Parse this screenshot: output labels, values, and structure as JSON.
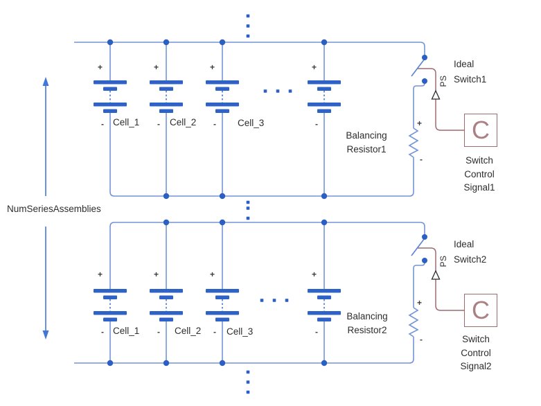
{
  "colors": {
    "wire": "#7494d8",
    "lever": "#5c85d6",
    "component": "#2e62c6",
    "node": "#2b5fc4",
    "signal": "#9c6b6f",
    "signal_text": "#ab8084",
    "arrow": "#4276d8",
    "text": "#2d2d2d"
  },
  "annotation": {
    "num_series_label": "NumSeriesAssemblies"
  },
  "symbols": {
    "plus": "+",
    "minus": "-"
  },
  "sections": [
    {
      "cell_labels": [
        "Cell_1",
        "Cell_2",
        "Cell_3"
      ],
      "balancing_resistor": [
        "Balancing",
        "Resistor1"
      ],
      "ideal_switch": [
        "Ideal",
        "Switch1"
      ],
      "switch_control": [
        "Switch",
        "Control",
        "Signal1"
      ],
      "ps_label": "PS",
      "converter_letter": "C"
    },
    {
      "cell_labels": [
        "Cell_1",
        "Cell_2",
        "Cell_3"
      ],
      "balancing_resistor": [
        "Balancing",
        "Resistor2"
      ],
      "ideal_switch": [
        "Ideal",
        "Switch2"
      ],
      "switch_control": [
        "Switch",
        "Control",
        "Signal2"
      ],
      "ps_label": "PS",
      "converter_letter": "C"
    }
  ]
}
